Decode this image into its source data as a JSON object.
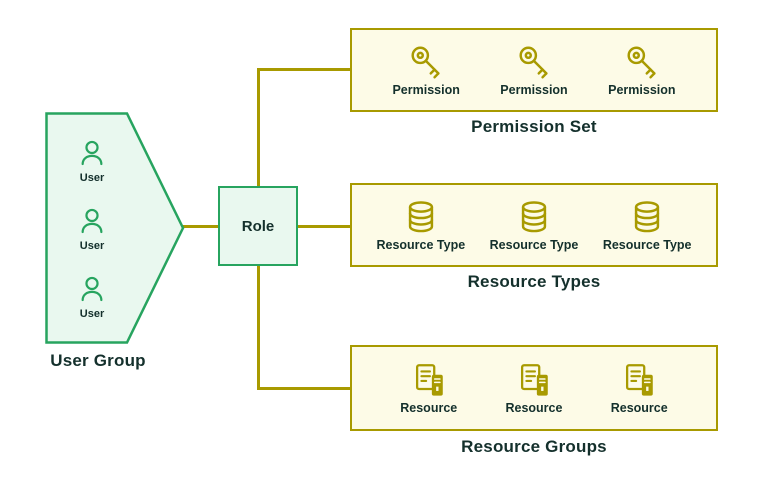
{
  "colors": {
    "green": "#27a45f",
    "green_fill": "#e9f8ef",
    "olive": "#a89a00",
    "olive_fill": "#fdfbe7",
    "text": "#14302c"
  },
  "user_group": {
    "title": "User Group",
    "users": [
      "User",
      "User",
      "User"
    ],
    "icon": "user-icon"
  },
  "role": {
    "label": "Role"
  },
  "groups": [
    {
      "title": "Permission Set",
      "icon": "key-icon",
      "items": [
        "Permission",
        "Permission",
        "Permission"
      ]
    },
    {
      "title": "Resource Types",
      "icon": "database-icon",
      "items": [
        "Resource Type",
        "Resource Type",
        "Resource Type"
      ]
    },
    {
      "title": "Resource Groups",
      "icon": "resource-server-icon",
      "items": [
        "Resource",
        "Resource",
        "Resource"
      ]
    }
  ]
}
